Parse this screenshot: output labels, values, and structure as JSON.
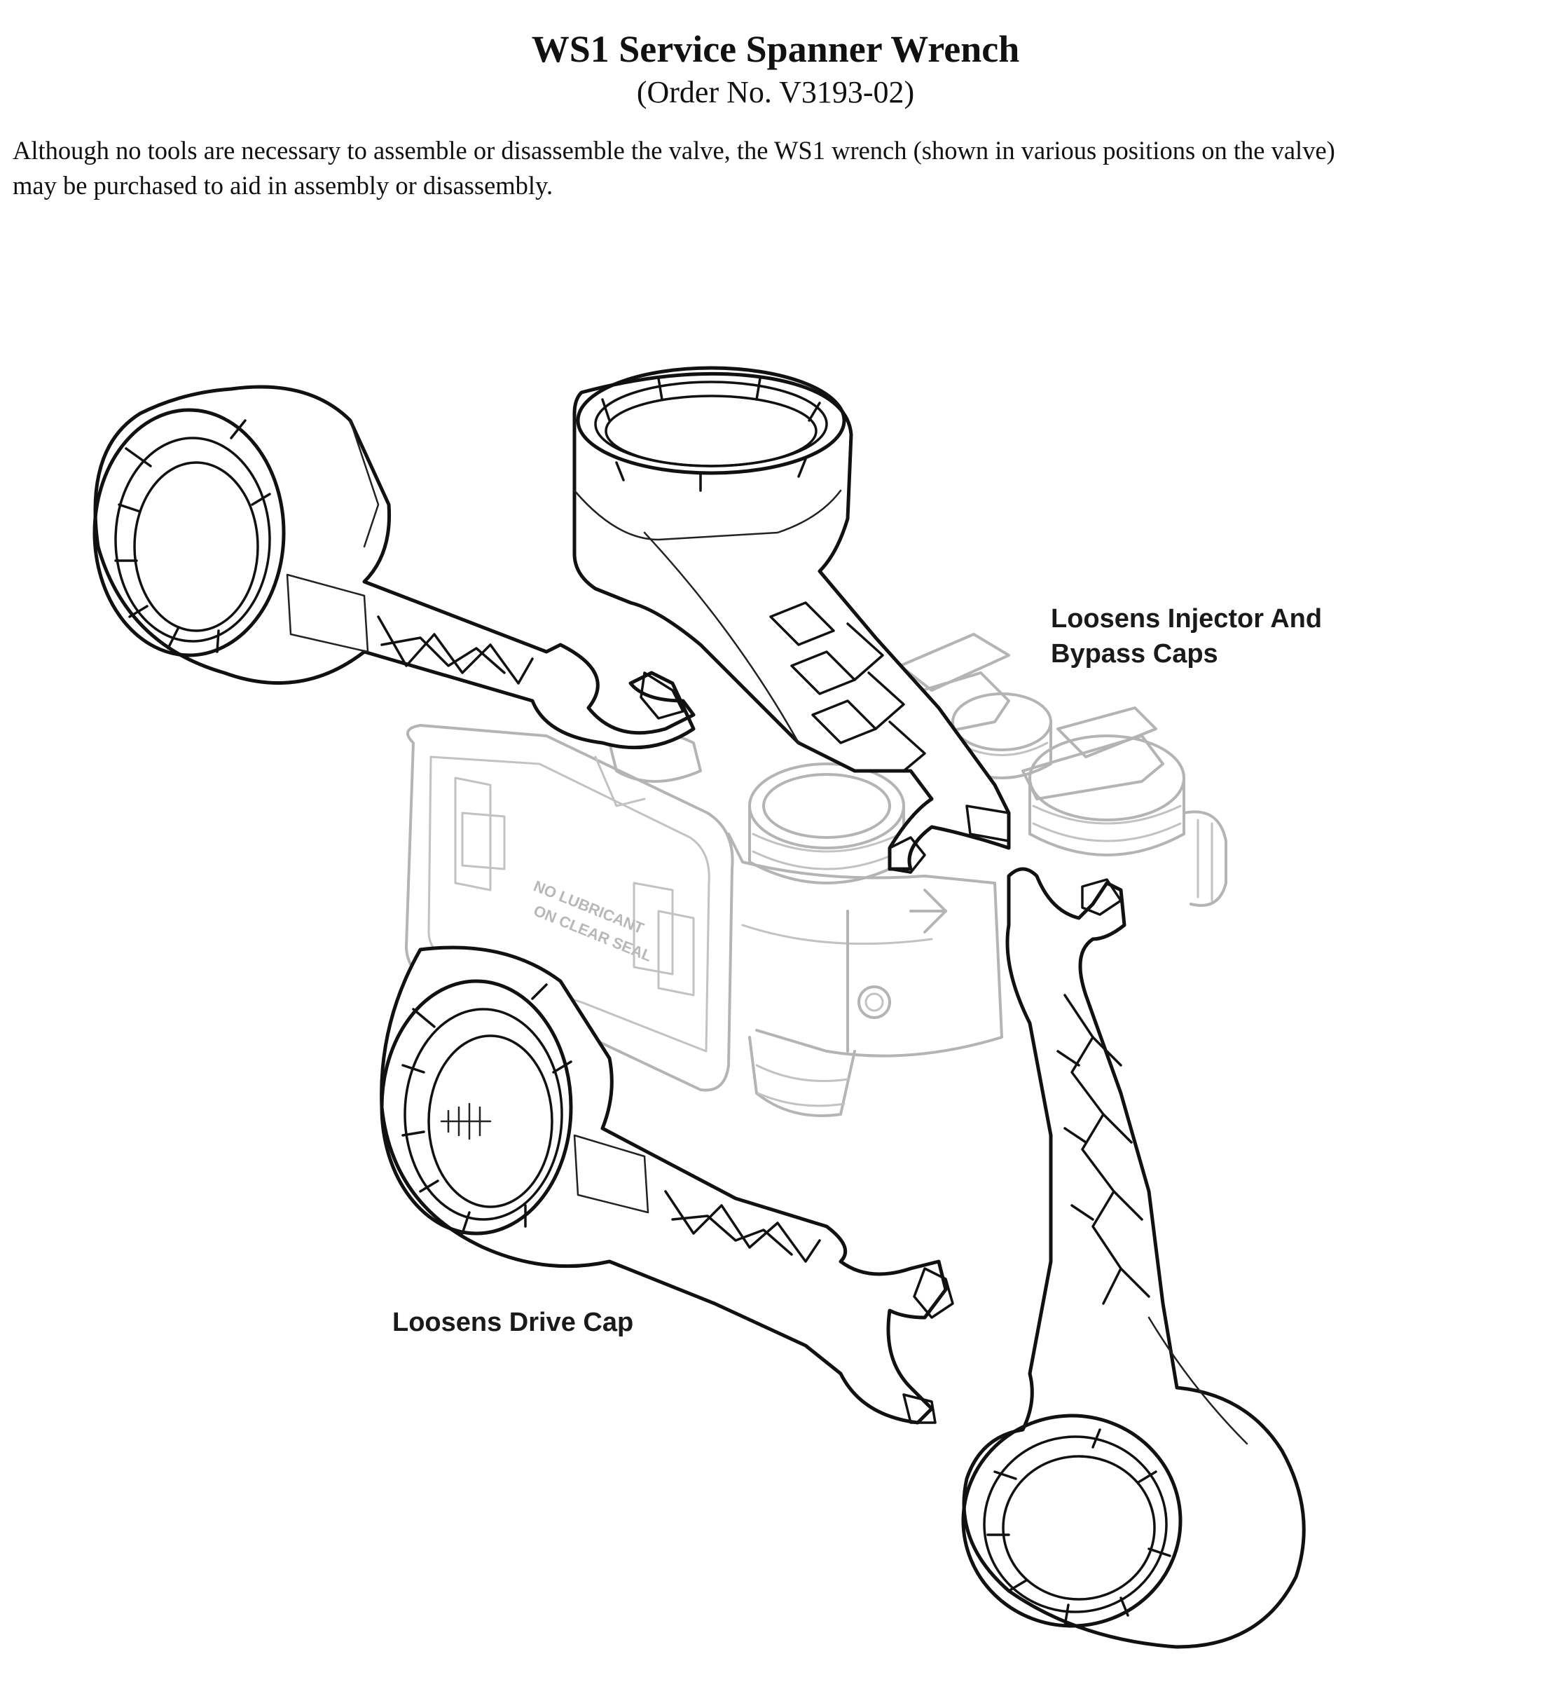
{
  "document": {
    "title": "WS1 Service Spanner Wrench",
    "subtitle": "(Order No. V3193-02)",
    "intro_line_1": "Although no tools are necessary to assemble or disassemble the valve, the WS1 wrench (shown in various positions on the valve)",
    "intro_line_2": "may be purchased to aid in assembly or disassembly."
  },
  "illustration": {
    "callouts": {
      "injector_line_1": "Loosens Injector And",
      "injector_line_2": "Bypass Caps",
      "drive": "Loosens Drive Cap"
    }
  }
}
